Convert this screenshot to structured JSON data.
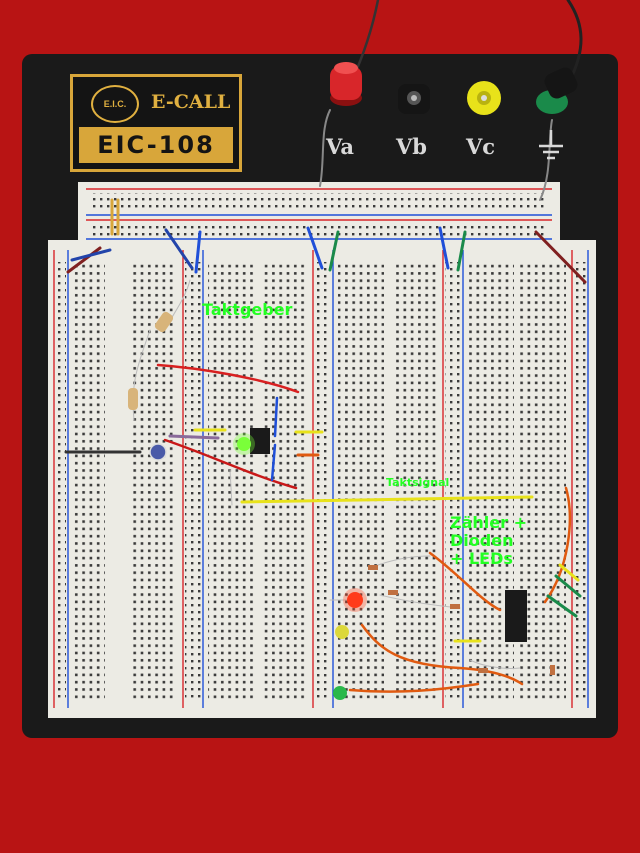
{
  "logo": {
    "seal_text": "E.I.C.",
    "brand": "E-CALL",
    "model": "EIC-108"
  },
  "posts": {
    "va": "Va",
    "vb": "Vb",
    "vc": "Vc"
  },
  "annotations": {
    "taktgeber": "Taktgeber",
    "taktsignal": "Taktsignal",
    "zaehler_line1": "Zähler +",
    "zaehler_line2": "Dioden",
    "zaehler_line3": "+ LEDs"
  },
  "colors": {
    "background": "#b81414",
    "base_plate": "#1a1a1a",
    "breadboard": "#ecebe4",
    "label_green": "#22ff22",
    "logo_gold": "#d8a63a",
    "post_red": "#d8262a",
    "post_black": "#151515",
    "post_yellow": "#e8e21a",
    "post_green": "#1a8a4a"
  }
}
